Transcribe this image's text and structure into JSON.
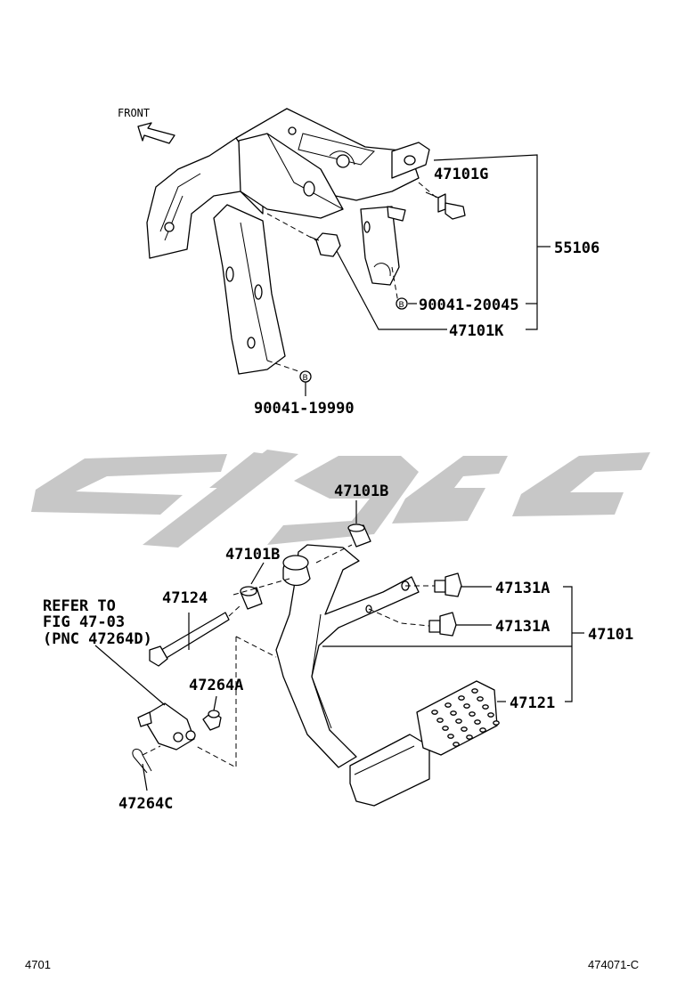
{
  "front_label": "FRONT",
  "labels": {
    "bolt_top": "47101G",
    "bracket_assy": "55106",
    "bolt_b_right": "90041-20045",
    "cushion_k": "47101K",
    "bolt_b_bottom": "90041-19990",
    "bushing_top": "47101B",
    "bushing_mid": "47101B",
    "pin": "47124",
    "cushion_a1": "47131A",
    "cushion_a2": "47131A",
    "pedal_assy": "47101",
    "clevis_pin": "47264A",
    "pedal_pad": "47121",
    "clip": "47264C"
  },
  "refer": {
    "line1": "REFER TO",
    "line2": "FIG 47-03",
    "line3": "(PNC 47264D)"
  },
  "footer": {
    "left": "4701",
    "right": "474071-C"
  }
}
